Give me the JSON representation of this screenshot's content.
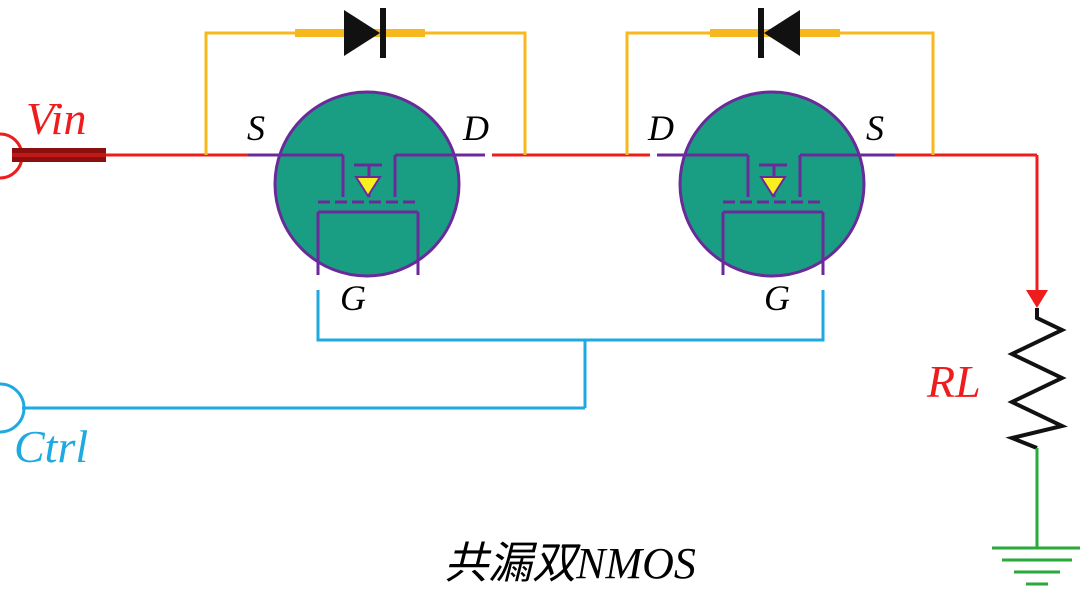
{
  "title": "共漏双NMOS",
  "labels": {
    "vin": "Vin",
    "ctrl": "Ctrl",
    "rl": "RL",
    "q1": {
      "source": "S",
      "drain": "D",
      "gate": "G"
    },
    "q2": {
      "source": "S",
      "drain": "D",
      "gate": "G"
    }
  },
  "colors": {
    "power_wire": "#ee1c1c",
    "control_wire": "#1ea9e1",
    "body_diode_wire": "#f7b81e",
    "mosfet_body": "#1a9e83",
    "mosfet_outline": "#6a2a9a",
    "ground_wire": "#2aaa3a",
    "arrow_fill": "#f7ef1e"
  }
}
